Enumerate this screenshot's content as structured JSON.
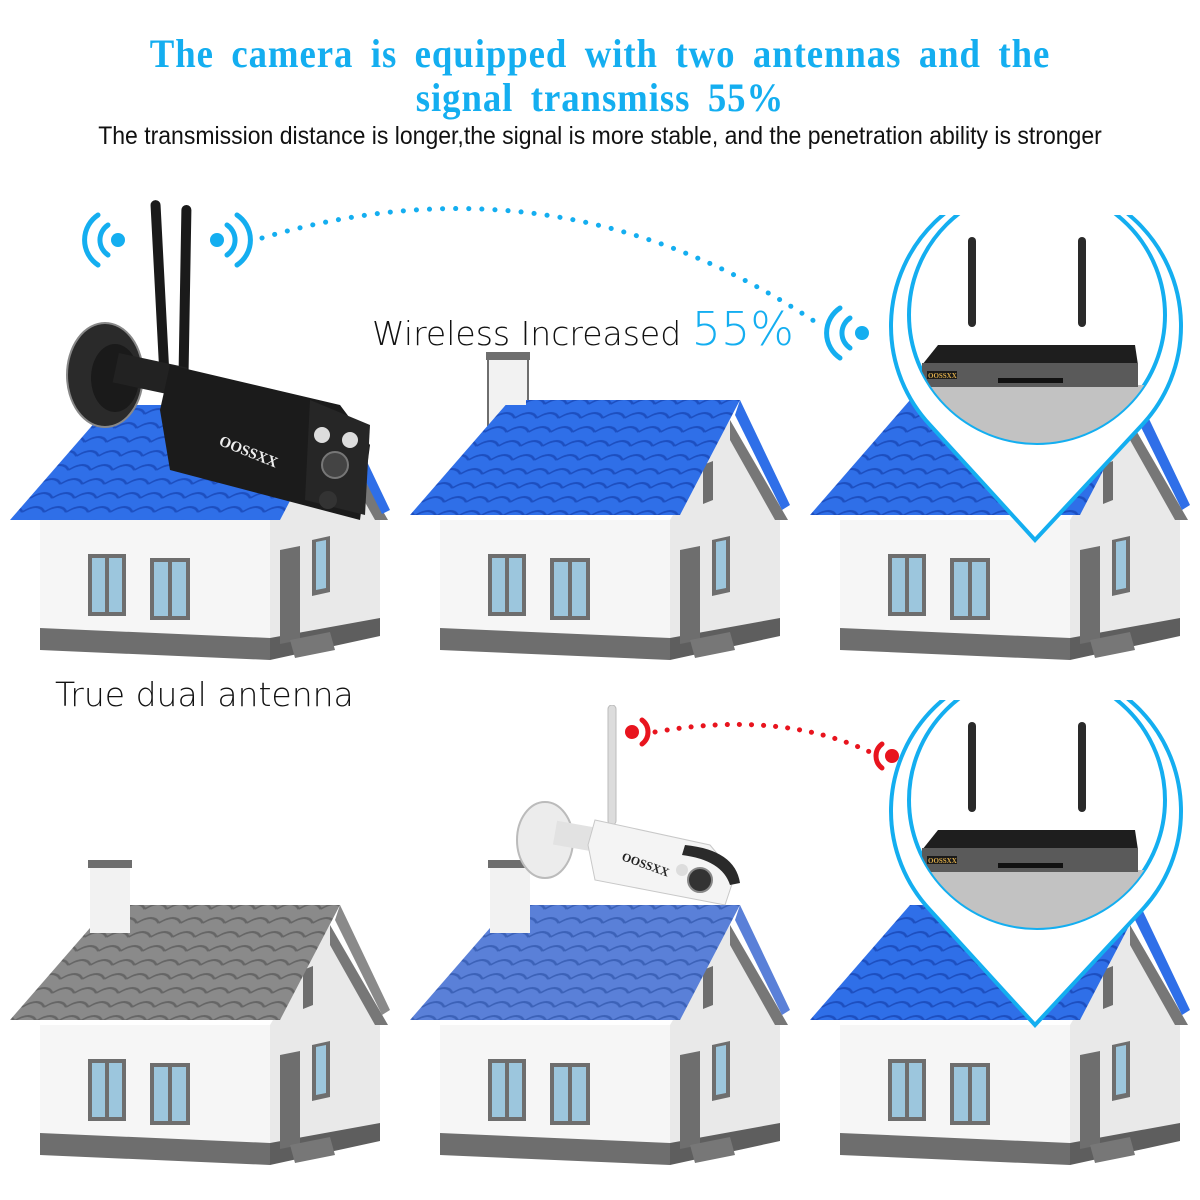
{
  "header": {
    "title_line1": "The camera is equipped with two antennas and the",
    "title_line2": "signal transmiss 55%",
    "subtitle": "The transmission distance is longer,the signal is more stable, and the penetration ability is stronger"
  },
  "top_row": {
    "wireless_label": "Wireless Increased",
    "wireless_percent": "55%",
    "camera_caption": "True dual antenna",
    "camera_brand": "OOSSXX",
    "nvr_brand": "OOSSXX",
    "signal_color": "#14aef0",
    "roof_color": "#2f6fe8"
  },
  "bottom_row": {
    "camera_brand": "OOSSXX",
    "nvr_brand": "OOSSXX",
    "signal_color": "#e8141e",
    "roof_colors": [
      "#8a8a8a",
      "#5a80d8",
      "#2f6fe8"
    ]
  },
  "colors": {
    "accent": "#14aef0",
    "weak_signal": "#e8141e",
    "wall": "#f4f4f4",
    "trim": "#6e6e6e"
  }
}
